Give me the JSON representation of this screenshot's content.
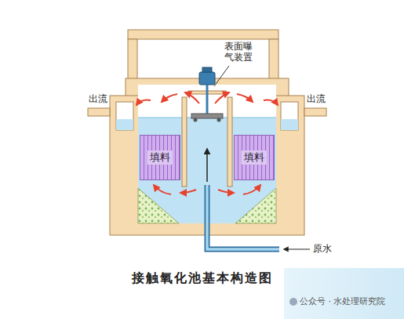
{
  "diagram": {
    "caption": "接触氧化池基本构造图",
    "nodes": [
      {
        "text": [
          "填料"
        ]
      },
      {
        "text": [
          "填料"
        ]
      }
    ],
    "labels": [
      "表面曝气装置",
      "出流",
      "出流",
      "原水",
      "公众号 · 水处理研究院"
    ]
  }
}
